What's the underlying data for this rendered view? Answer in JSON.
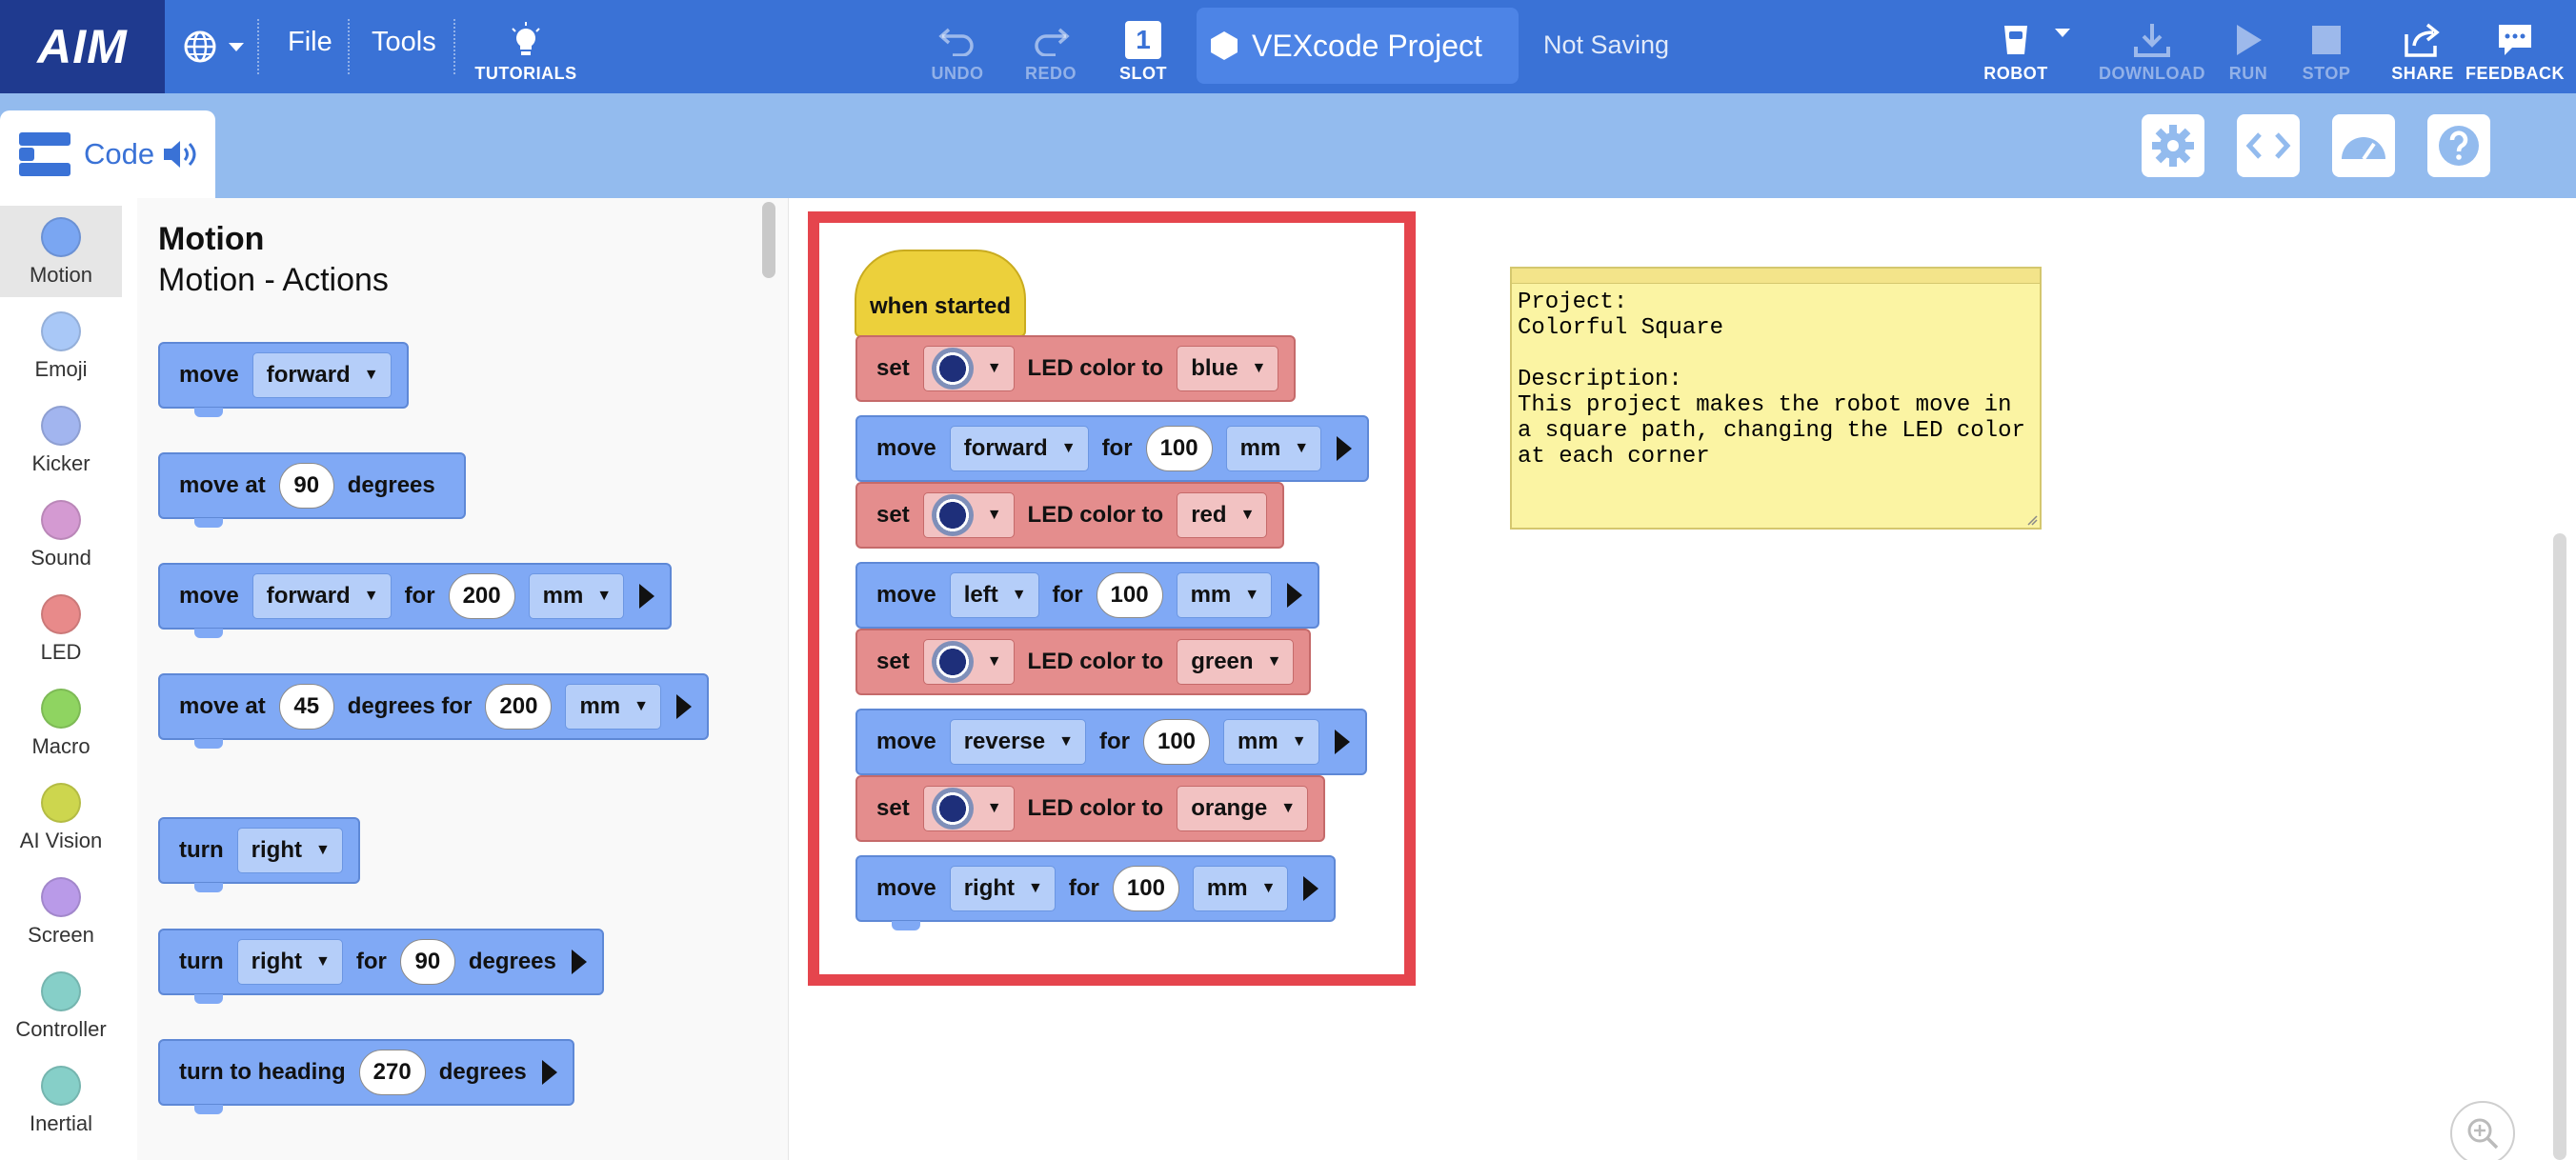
{
  "menubar": {
    "logo": "AIM",
    "file_label": "File",
    "tools_label": "Tools",
    "tutorials_label": "TUTORIALS",
    "undo_label": "UNDO",
    "redo_label": "REDO",
    "slot_label": "SLOT",
    "slot_number": "1",
    "project_name": "VEXcode Project",
    "saving_status": "Not Saving",
    "robot_label": "ROBOT",
    "download_label": "DOWNLOAD",
    "run_label": "RUN",
    "stop_label": "STOP",
    "share_label": "SHARE",
    "feedback_label": "FEEDBACK"
  },
  "toolbar": {
    "code_tab_label": "Code"
  },
  "categories": [
    {
      "label": "Motion",
      "color": "#7aa6f2"
    },
    {
      "label": "Emoji",
      "color": "#a9c8f7"
    },
    {
      "label": "Kicker",
      "color": "#a2b5ef"
    },
    {
      "label": "Sound",
      "color": "#d49ad2"
    },
    {
      "label": "LED",
      "color": "#e88a8a"
    },
    {
      "label": "Macro",
      "color": "#8fd461"
    },
    {
      "label": "AI Vision",
      "color": "#cdd64e"
    },
    {
      "label": "Screen",
      "color": "#b99ae8"
    },
    {
      "label": "Controller",
      "color": "#86cfc8"
    },
    {
      "label": "Inertial",
      "color": "#86cfc8"
    }
  ],
  "flyout": {
    "title": "Motion",
    "subtitle": "Motion - Actions",
    "blocks": {
      "b1": {
        "text1": "move",
        "dd1": "forward"
      },
      "b2": {
        "text1": "move at",
        "num1": "90",
        "text2": "degrees"
      },
      "b3": {
        "text1": "move",
        "dd1": "forward",
        "text2": "for",
        "num1": "200",
        "dd2": "mm"
      },
      "b4": {
        "text1": "move at",
        "num1": "45",
        "text2": "degrees for",
        "num2": "200",
        "dd1": "mm"
      },
      "b5": {
        "text1": "turn",
        "dd1": "right"
      },
      "b6": {
        "text1": "turn",
        "dd1": "right",
        "text2": "for",
        "num1": "90",
        "text3": "degrees"
      },
      "b7": {
        "text1": "turn to heading",
        "num1": "270",
        "text2": "degrees"
      }
    }
  },
  "workspace": {
    "hat_label": "when started",
    "script": {
      "s1": {
        "text1": "set",
        "text2": "LED color to",
        "dd2": "blue"
      },
      "s2": {
        "text1": "move",
        "dd1": "forward",
        "text2": "for",
        "num1": "100",
        "dd2": "mm"
      },
      "s3": {
        "text1": "set",
        "text2": "LED color to",
        "dd2": "red"
      },
      "s4": {
        "text1": "move",
        "dd1": "left",
        "text2": "for",
        "num1": "100",
        "dd2": "mm"
      },
      "s5": {
        "text1": "set",
        "text2": "LED color to",
        "dd2": "green"
      },
      "s6": {
        "text1": "move",
        "dd1": "reverse",
        "text2": "for",
        "num1": "100",
        "dd2": "mm"
      },
      "s7": {
        "text1": "set",
        "text2": "LED color to",
        "dd2": "orange"
      },
      "s8": {
        "text1": "move",
        "dd1": "right",
        "text2": "for",
        "num1": "100",
        "dd2": "mm"
      }
    },
    "note": "Project:\nColorful Square\n\nDescription:\nThis project makes the robot move in a square path, changing the LED color at each corner"
  }
}
